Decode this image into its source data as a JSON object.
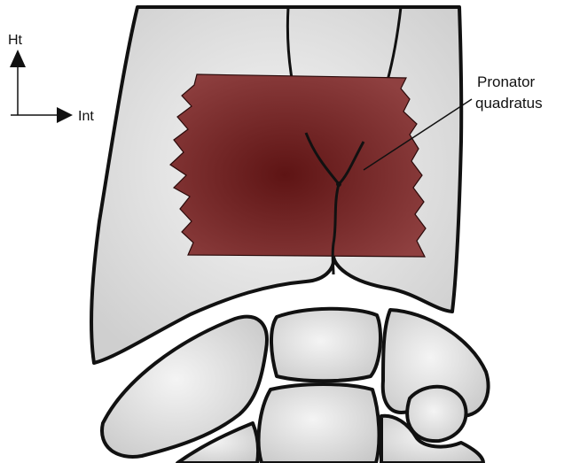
{
  "orientation": {
    "up_label": "Ht",
    "right_label": "Int"
  },
  "muscle_label": {
    "line1": "Pronator",
    "line2": "quadratus"
  },
  "colors": {
    "bone_fill": "#dcdcdc",
    "bone_outline": "#111111",
    "muscle_fill_center": "#6e1a1a",
    "muscle_fill_edge": "#8a3b3b",
    "text": "#111111"
  }
}
